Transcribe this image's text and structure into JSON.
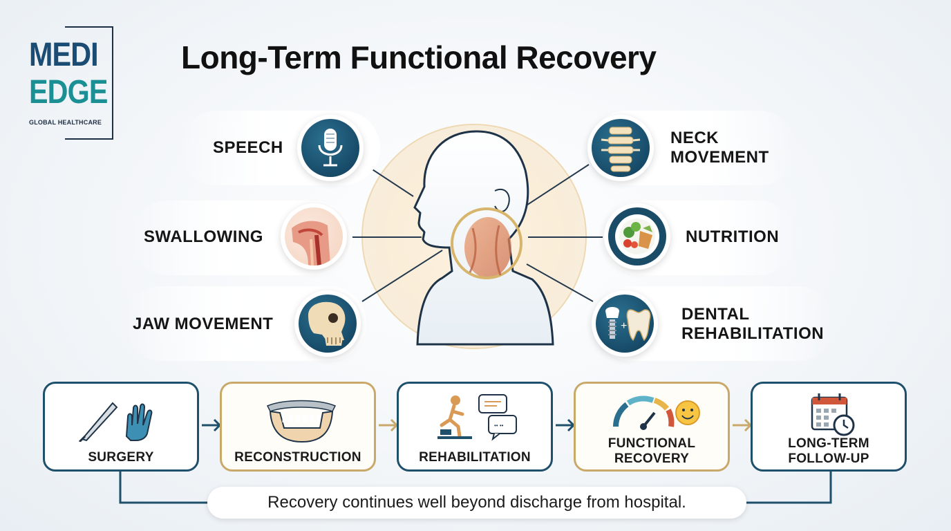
{
  "logo": {
    "line1": "MEDI",
    "line2": "EDGE",
    "tagline": "GLOBAL HEALTHCARE"
  },
  "title": "Long-Term Functional Recovery",
  "functions": {
    "speech": {
      "label": "SPEECH",
      "icon": "microphone-icon"
    },
    "swallowing": {
      "label": "SWALLOWING",
      "icon": "throat-anatomy-icon"
    },
    "jaw": {
      "label": "JAW MOVEMENT",
      "icon": "skull-jaw-icon"
    },
    "neck": {
      "label_line1": "NECK",
      "label_line2": "MOVEMENT",
      "icon": "spine-icon"
    },
    "nutrition": {
      "label": "NUTRITION",
      "icon": "food-plate-icon"
    },
    "dental": {
      "label_line1": "DENTAL",
      "label_line2": "REHABILITATION",
      "icon": "dental-implant-icon"
    }
  },
  "process": [
    {
      "label": "SURGERY",
      "icon": "scalpel-glove-icon"
    },
    {
      "label": "RECONSTRUCTION",
      "icon": "jaw-reconstruction-icon"
    },
    {
      "label": "REHABILITATION",
      "icon": "exercise-speech-icon"
    },
    {
      "label_line1": "FUNCTIONAL",
      "label_line2": "RECOVERY",
      "icon": "gauge-smile-icon"
    },
    {
      "label_line1": "LONG-TERM",
      "label_line2": "FOLLOW-UP",
      "icon": "calendar-clock-icon"
    }
  ],
  "note": "Recovery continues well beyond discharge from hospital.",
  "colors": {
    "navy": "#1e4f6b",
    "gold": "#c9a96a",
    "teal": "#1a8f94",
    "brand_blue": "#1a4c74"
  }
}
